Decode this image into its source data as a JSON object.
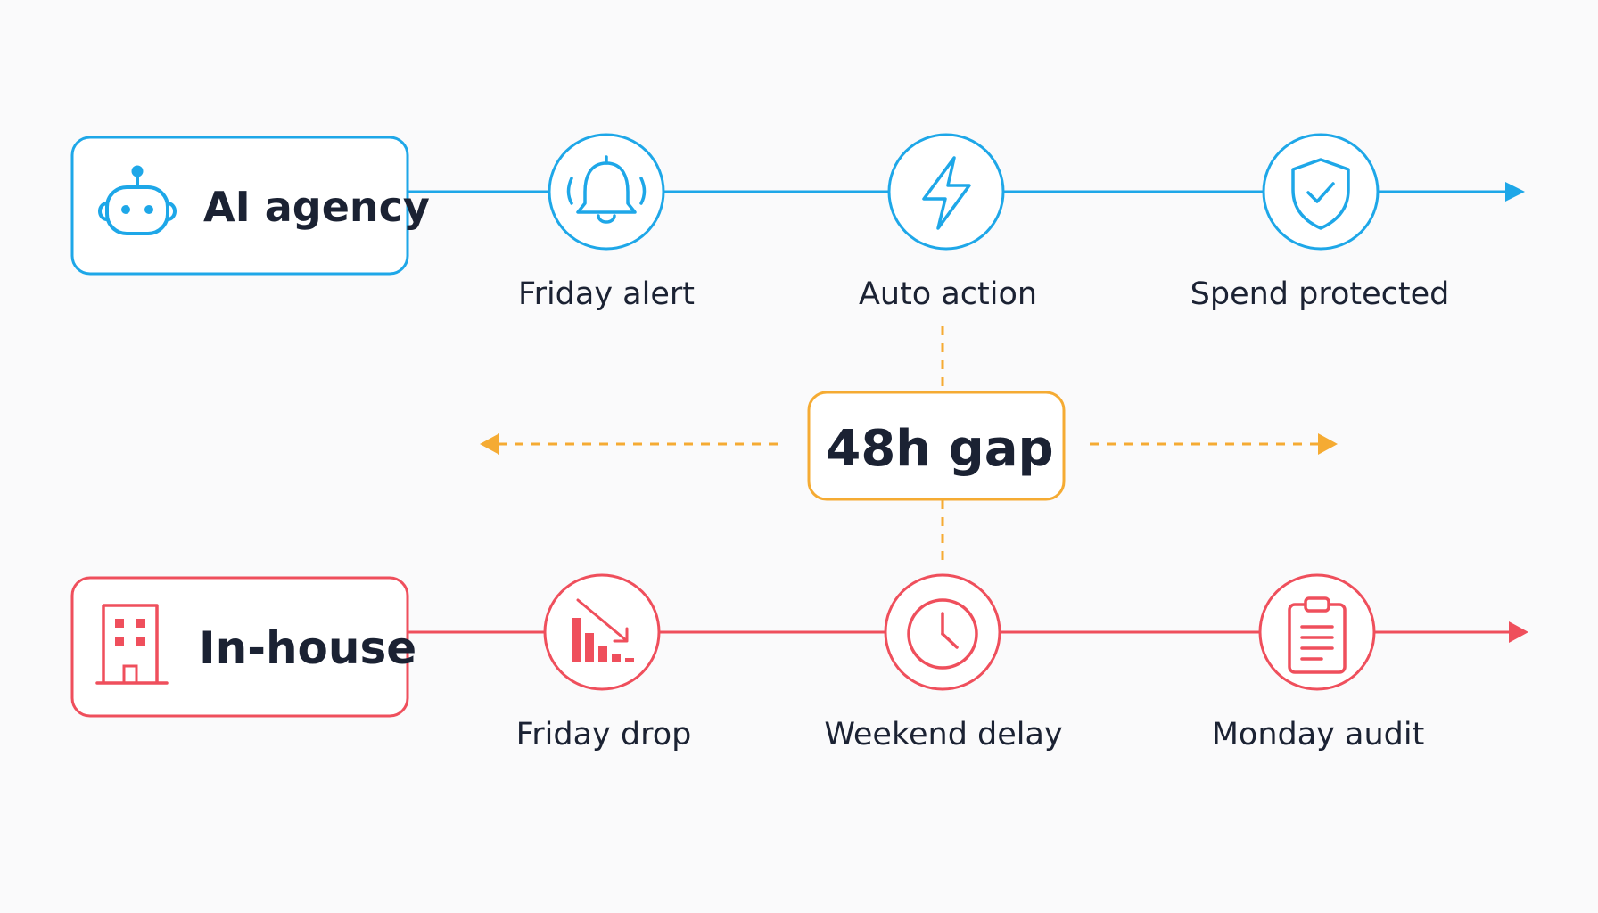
{
  "colors": {
    "ai": "#1ea7e8",
    "inhouse": "#ef4f5c",
    "gap": "#f5ab33",
    "text": "#1b2233",
    "background": "#fafafb"
  },
  "ai_lane": {
    "title": "AI agency",
    "icon": "robot-icon",
    "steps": [
      {
        "label": "Friday alert",
        "icon": "bell-icon"
      },
      {
        "label": "Auto action",
        "icon": "lightning-icon"
      },
      {
        "label": "Spend protected",
        "icon": "shield-check-icon"
      }
    ]
  },
  "inhouse_lane": {
    "title": "In-house",
    "icon": "building-icon",
    "steps": [
      {
        "label": "Friday drop",
        "icon": "chart-down-icon"
      },
      {
        "label": "Weekend delay",
        "icon": "clock-icon"
      },
      {
        "label": "Monday audit",
        "icon": "clipboard-icon"
      }
    ]
  },
  "gap": {
    "label": "48h gap"
  }
}
